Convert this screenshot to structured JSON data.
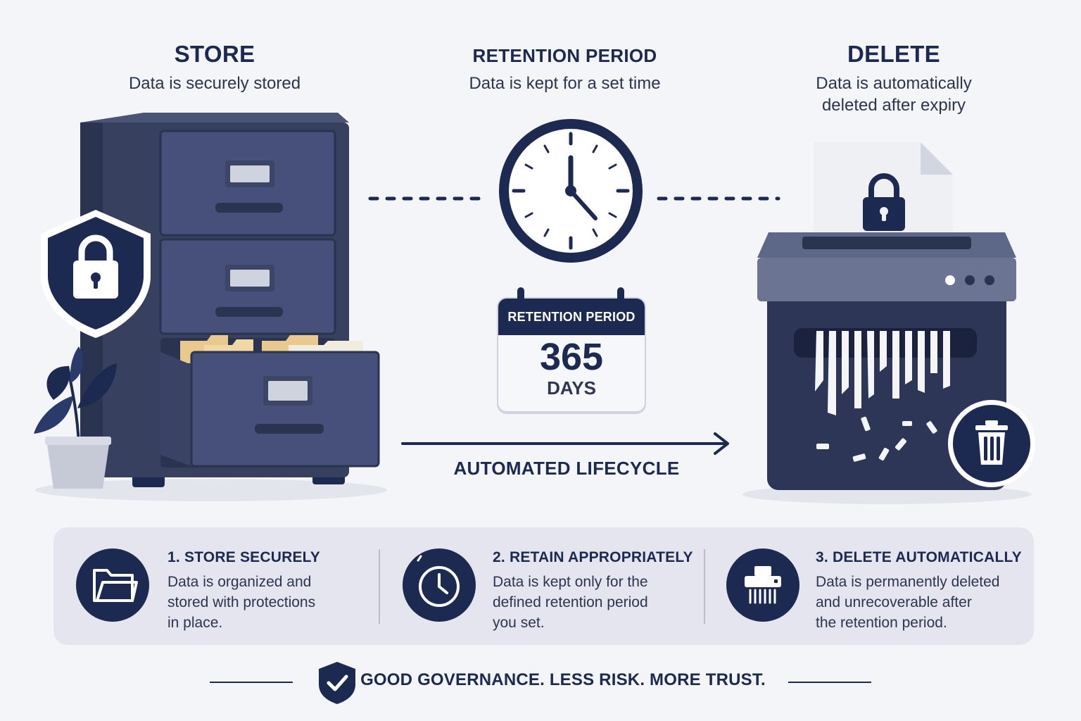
{
  "columns": {
    "store": {
      "title": "STORE",
      "subtitle": "Data is securely stored"
    },
    "retention": {
      "title": "RETENTION PERIOD",
      "subtitle": "Data is kept for a set time"
    },
    "delete": {
      "title": "DELETE",
      "subtitle_line1": "Data is automatically",
      "subtitle_line2": "deleted after expiry"
    }
  },
  "calendar": {
    "header": "RETENTION PERIOD",
    "number": "365",
    "unit": "DAYS"
  },
  "lifecycle_label": "AUTOMATED LIFECYCLE",
  "steps": [
    {
      "title": "1. STORE SECURELY",
      "text": "Data is organized and\nstored with protections\nin place.",
      "icon": "folder-icon"
    },
    {
      "title": "2. RETAIN APPROPRIATELY",
      "text": "Data is kept only for the\ndefined retention period\nyou set.",
      "icon": "clock-icon"
    },
    {
      "title": "3. DELETE AUTOMATICALLY",
      "text": "Data is permanently deleted\nand unrecoverable after\nthe retention period.",
      "icon": "shredder-icon"
    }
  ],
  "footer": {
    "text": "GOOD GOVERNANCE. LESS RISK. MORE TRUST.",
    "icon": "shield-check-icon"
  },
  "colors": {
    "navy": "#1c2951",
    "cabinet": "#37415f",
    "background": "#f4f5f9",
    "panel": "#e4e5ee",
    "folder": "#e9c98e"
  }
}
